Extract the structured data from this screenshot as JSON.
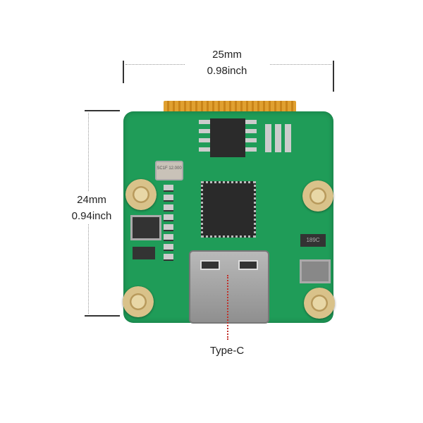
{
  "dimensions": {
    "width_mm": "25mm",
    "width_inch": "0.98inch",
    "height_mm": "24mm",
    "height_inch": "0.94inch"
  },
  "callout": {
    "label": "Type-C"
  },
  "components": {
    "crystal_marking": "SC1F 12.000",
    "regulator_marking": "189C"
  },
  "colors": {
    "pcb": "#1f9c58",
    "callout_line": "#c0302a",
    "flex_cable": "#e0a030"
  }
}
